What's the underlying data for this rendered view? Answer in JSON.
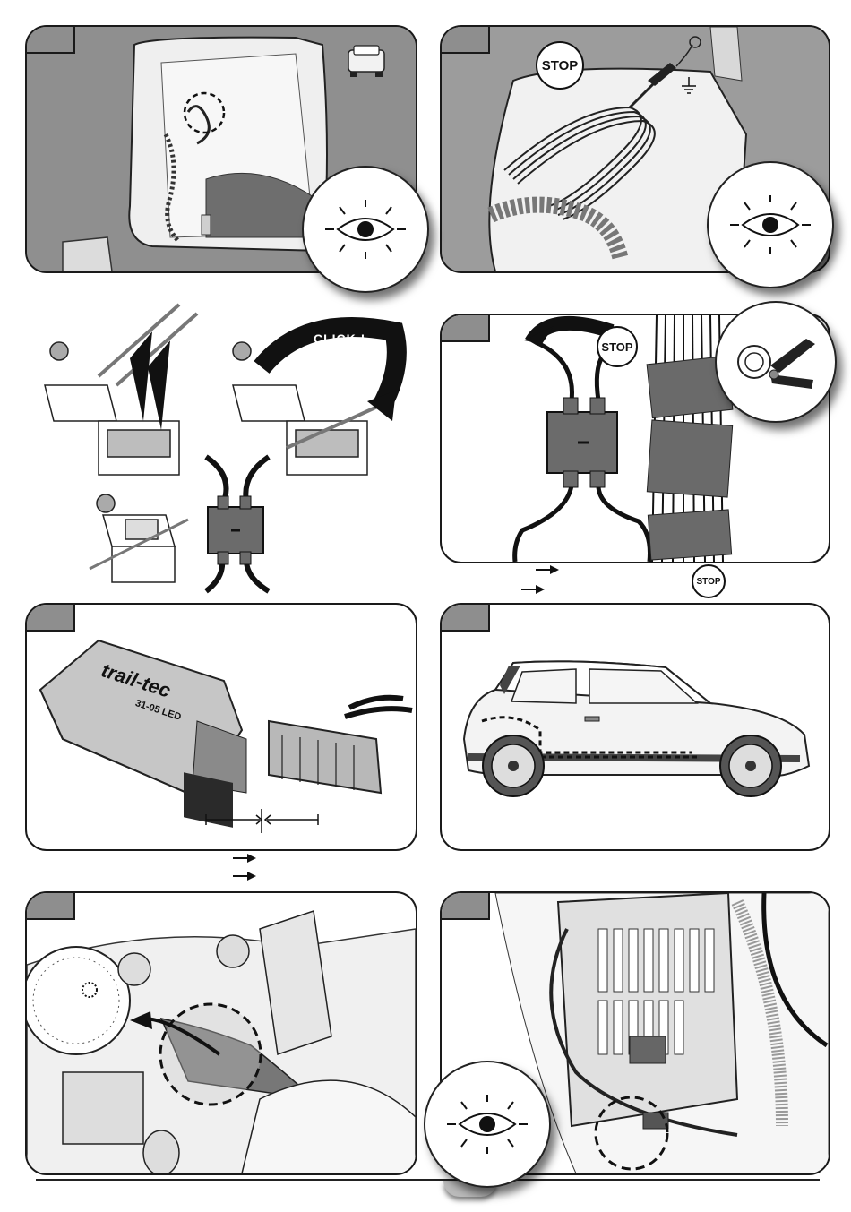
{
  "labels": {
    "click": "CLICK !",
    "stop": "STOP"
  },
  "icons": {
    "eye": "eye-icon",
    "ground": "ground-icon",
    "arrow": "arrow-right-icon",
    "snips": "wire-cutter-icon"
  },
  "product": {
    "brand": "trail-tec",
    "model": "31-05 LED"
  },
  "colors": {
    "panel_tab": "#8e8e8e",
    "connector": "#6b6b6b",
    "outline": "#1a1a1a"
  }
}
